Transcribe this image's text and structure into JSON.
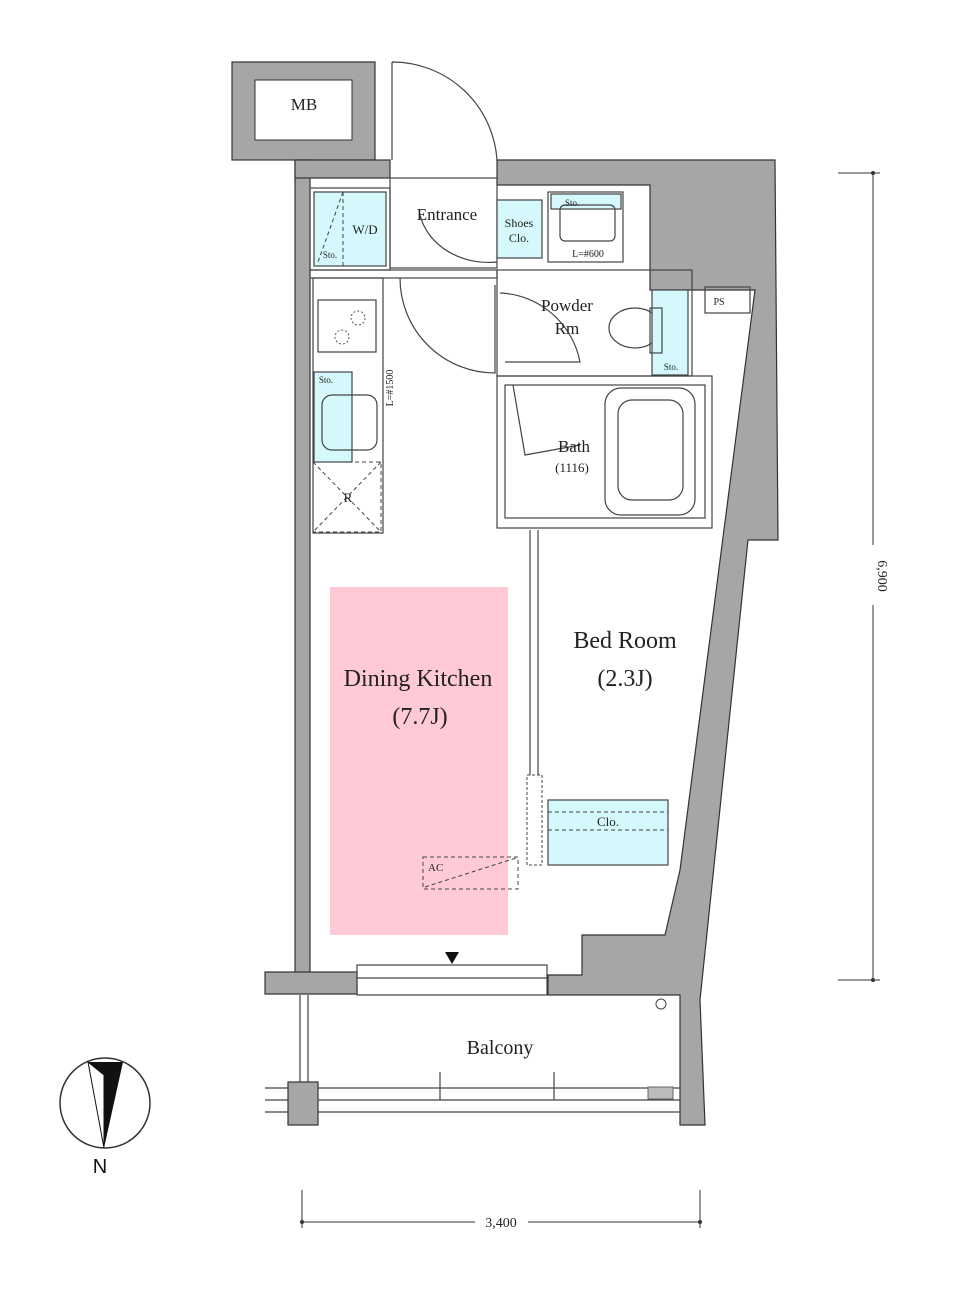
{
  "plan": {
    "rooms": {
      "mb": "MB",
      "entrance": "Entrance",
      "shoes_clo_1": "Shoes",
      "shoes_clo_2": "Clo.",
      "wd": "W/D",
      "sto_wd": "Sto.",
      "sto_sink": "Sto.",
      "sto_vanity": "Sto.",
      "sto_toilet": "Sto.",
      "vanity_size": "L=#600",
      "kitchen_size": "L=#1500",
      "powder_1": "Powder",
      "powder_2": "Rm",
      "ps": "PS",
      "bath": "Bath",
      "bath_size": "(1116)",
      "fridge": "R",
      "dining": "Dining Kitchen",
      "dining_size": "(7.7J)",
      "bedroom": "Bed Room",
      "bedroom_size": "(2.3J)",
      "closet": "Clo.",
      "ac": "AC",
      "balcony": "Balcony"
    },
    "dimensions": {
      "height": "6,900",
      "width": "3,400"
    },
    "compass": {
      "north": "N"
    },
    "colors": {
      "dining_highlight": "#ffc9d6",
      "storage": "#d4f8fb",
      "wall": "#a6a6a6"
    }
  }
}
